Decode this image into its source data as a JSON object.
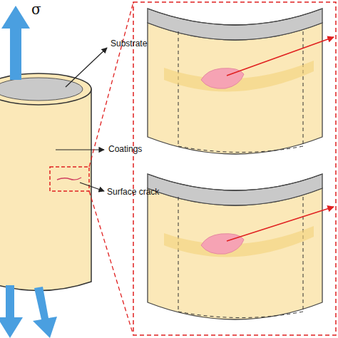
{
  "diagram": {
    "labels": [
      "σ",
      "Substrate",
      "Coatings",
      "Surface crack"
    ]
  }
}
